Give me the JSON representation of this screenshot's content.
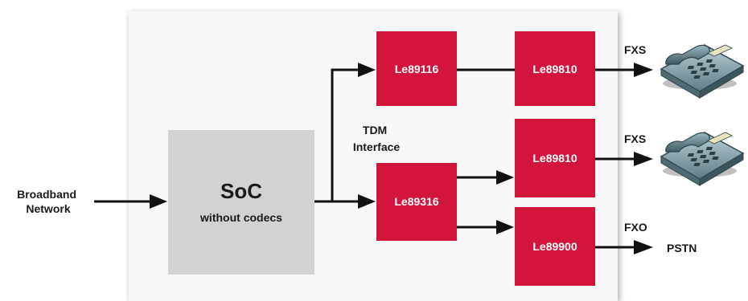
{
  "diagram": {
    "colors": {
      "chip": "#d3143d",
      "soc": "#d2d2d2",
      "panel_bg": "#f8f8f8",
      "arrow": "#111111",
      "text": "#1a1a1a"
    },
    "input": {
      "line1": "Broadband",
      "line2": "Network"
    },
    "soc": {
      "title": "SoC",
      "subtitle": "without codecs"
    },
    "tdm": {
      "line1": "TDM",
      "line2": "Interface"
    },
    "chips": {
      "top_left": "Le89116",
      "top_right": "Le89810",
      "mid_right": "Le89810",
      "bottom_left": "Le89316",
      "bottom_right": "Le89900"
    },
    "outputs": {
      "fxs_1": "FXS",
      "fxs_2": "FXS",
      "fxo": "FXO",
      "pstn": "PSTN"
    },
    "icons": [
      "telephone-icon",
      "telephone-icon"
    ]
  }
}
